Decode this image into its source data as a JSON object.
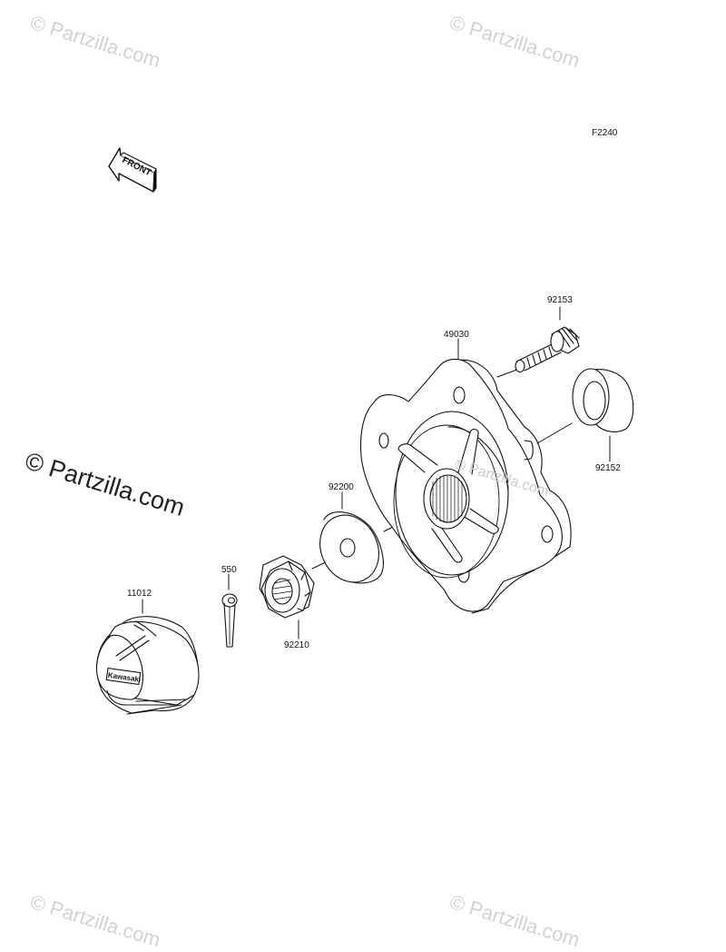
{
  "diagram": {
    "figure_code": "F2240",
    "front_arrow_label": "FRONT",
    "watermark_text": "© Partzilla.com",
    "parts": [
      {
        "number": "92153",
        "name": "wheel-stud"
      },
      {
        "number": "49030",
        "name": "wheel-hub"
      },
      {
        "number": "92152",
        "name": "spacer-collar"
      },
      {
        "number": "92200",
        "name": "washer"
      },
      {
        "number": "550",
        "name": "cotter-pin"
      },
      {
        "number": "92210",
        "name": "hub-nut"
      },
      {
        "number": "11012",
        "name": "hub-cap"
      }
    ],
    "cap_logo_text": "Kawasaki"
  },
  "colors": {
    "line": "#111111",
    "watermark": "#d2d2d2",
    "fill": "#ffffff"
  }
}
